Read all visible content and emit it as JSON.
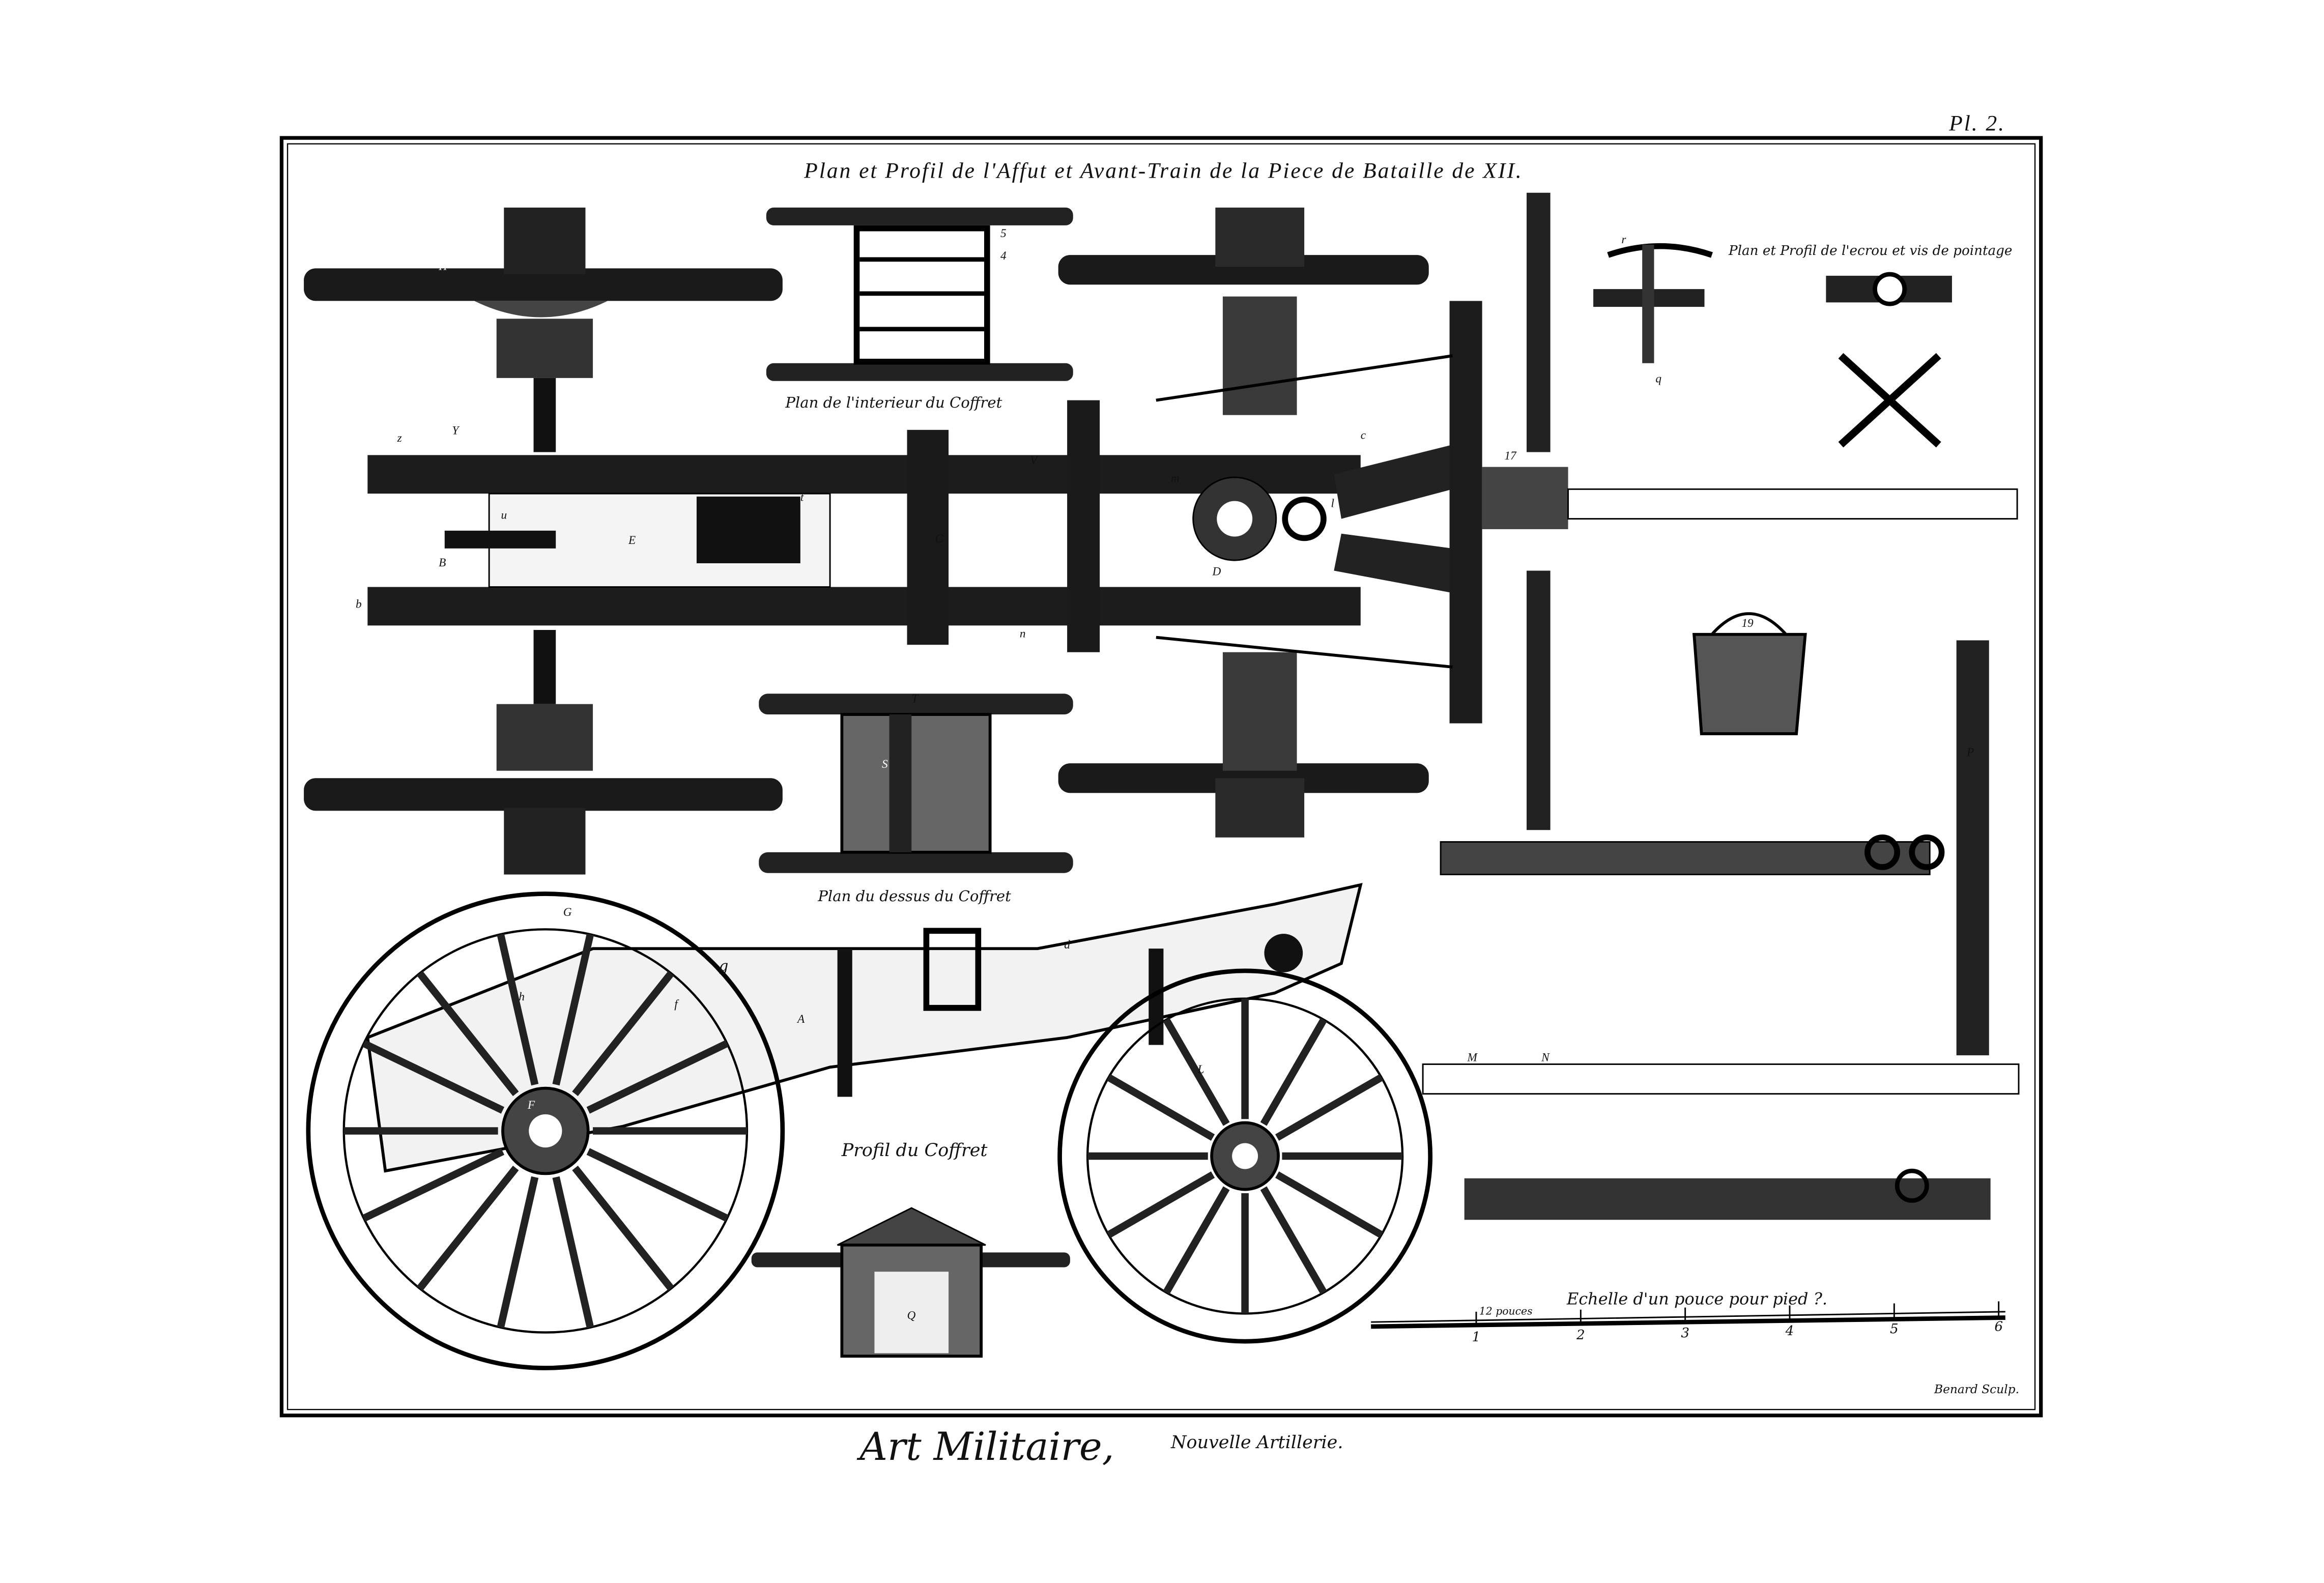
{
  "plate_number": "Pl. 2.",
  "title": "Plan et Profil de l'Affut et Avant-Train de la Piece de Bataille de XII.",
  "captions": {
    "ecrou": "Plan et Profil de l'ecrou et vis de pointage",
    "interieur": "Plan de l'interieur du Coffret",
    "dessus": "Plan du dessus du Coffret",
    "profil": "Profil du Coffret"
  },
  "scale": {
    "title": "Echelle d'un pouce pour pied ?.",
    "unit_label": "12 pouces",
    "ticks": [
      "1",
      "2",
      "3",
      "4",
      "5",
      "6"
    ]
  },
  "engraver": "Benard Sculp.",
  "footer": {
    "main": "Art Militaire,",
    "sub": "Nouvelle Artillerie."
  },
  "labels": {
    "H": "H",
    "z": "z",
    "Y": "Y",
    "b": "b",
    "B": "B",
    "E": "E",
    "t": "t",
    "u": "u",
    "C": "C",
    "V": "V",
    "n": "n",
    "c": "c",
    "D": "D",
    "l": "l",
    "m": "m",
    "r": "r",
    "q": "q",
    "P": "P",
    "G": "G",
    "g": "g",
    "h": "h",
    "f": "f",
    "F": "F",
    "A": "A",
    "d": "d",
    "L": "L",
    "M": "M",
    "N": "N",
    "Q": "Q",
    "R": "R",
    "S": "S",
    "T": "T",
    "four": "4",
    "five": "5",
    "nineteen": "19",
    "seventeen": "17"
  }
}
